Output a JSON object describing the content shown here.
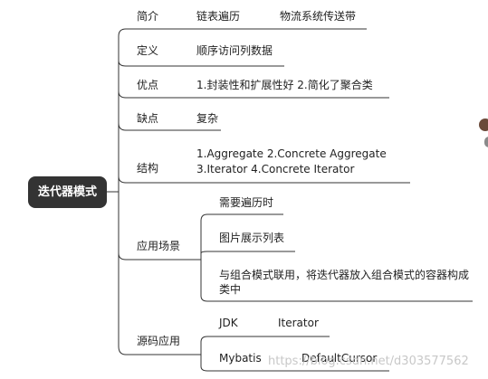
{
  "diagram": {
    "root": "迭代器模式",
    "branches": [
      {
        "label": "简介",
        "children": [
          "链表遍历",
          "物流系统传送带"
        ]
      },
      {
        "label": "定义",
        "children": [
          "顺序访问列数据"
        ]
      },
      {
        "label": "优点",
        "children": [
          "1.封装性和扩展性好 2.简化了聚合类"
        ]
      },
      {
        "label": "缺点",
        "children": [
          "复杂"
        ]
      },
      {
        "label": "结构",
        "children": [
          "1.Aggregate 2.Concrete Aggregate",
          "3.Iterator 4.Concrete Iterator"
        ]
      },
      {
        "label": "应用场景",
        "children": [
          "需要遍历时",
          "图片展示列表",
          "与组合模式联用，将迭代器放入组合模式的容器构成类中"
        ]
      },
      {
        "label": "源码应用",
        "children": [
          "JDK",
          "Iterator",
          "Mybatis",
          "DefaultCursor"
        ]
      }
    ]
  },
  "watermark": "https://blog.csdn.net/d303577562",
  "colors": {
    "root_bg": "#333333",
    "line": "#333333",
    "text": "#222222"
  }
}
